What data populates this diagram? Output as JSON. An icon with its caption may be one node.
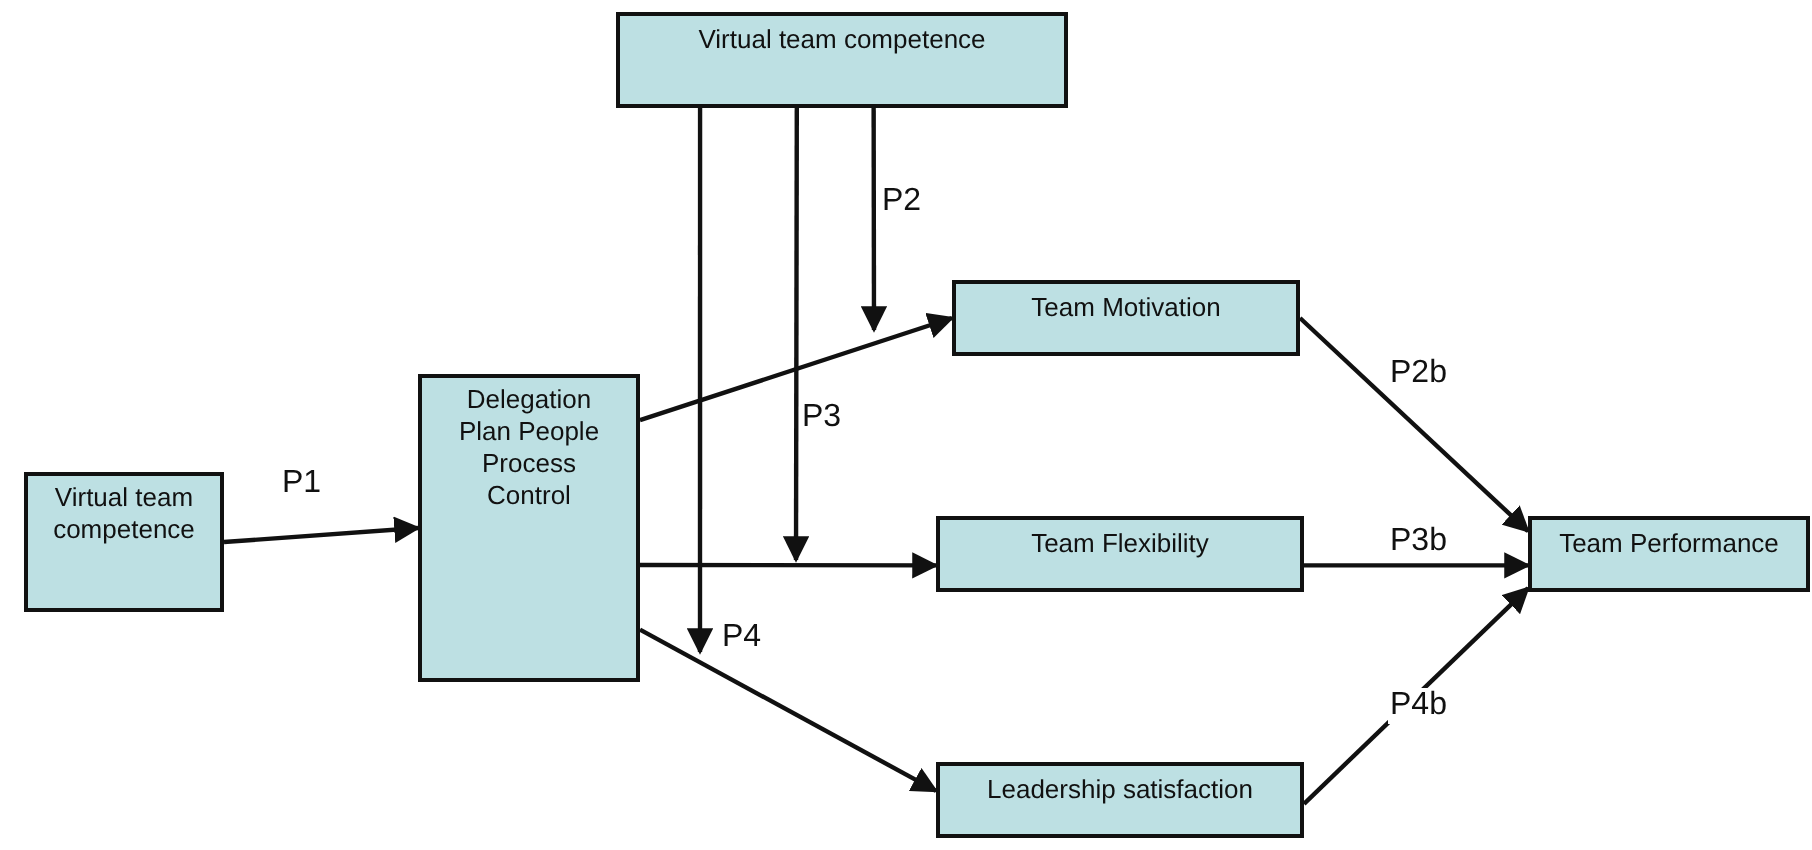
{
  "diagram": {
    "nodes": [
      {
        "text": [
          "Virtual team competence"
        ]
      },
      {
        "text": [
          "Virtual team competence"
        ]
      },
      {
        "text": [
          "Delegation Plan People Process Control"
        ]
      },
      {
        "text": [
          "Team Motivation"
        ]
      },
      {
        "text": [
          "Team Flexibility"
        ]
      },
      {
        "text": [
          "Leadership satisfaction"
        ]
      },
      {
        "text": [
          "Team Performance"
        ]
      }
    ],
    "edges": [
      {
        "from": 1,
        "to": 2,
        "arrow": "to",
        "label": "P1"
      },
      {
        "from": 2,
        "to": 3,
        "arrow": "to"
      },
      {
        "from": 2,
        "to": 4,
        "arrow": "to"
      },
      {
        "from": 2,
        "to": 5,
        "arrow": "to"
      },
      {
        "from": 3,
        "to": 6,
        "arrow": "to",
        "label": "P2b"
      },
      {
        "from": 4,
        "to": 6,
        "arrow": "to",
        "label": "P3b"
      },
      {
        "from": 5,
        "to": 6,
        "arrow": "to",
        "label": "P4b"
      },
      {
        "from": 0,
        "to": null,
        "arrow": "to",
        "label": "P2"
      },
      {
        "from": 0,
        "to": null,
        "arrow": "to",
        "label": "P3"
      },
      {
        "from": 0,
        "to": null,
        "arrow": "to",
        "label": "P4"
      }
    ]
  }
}
